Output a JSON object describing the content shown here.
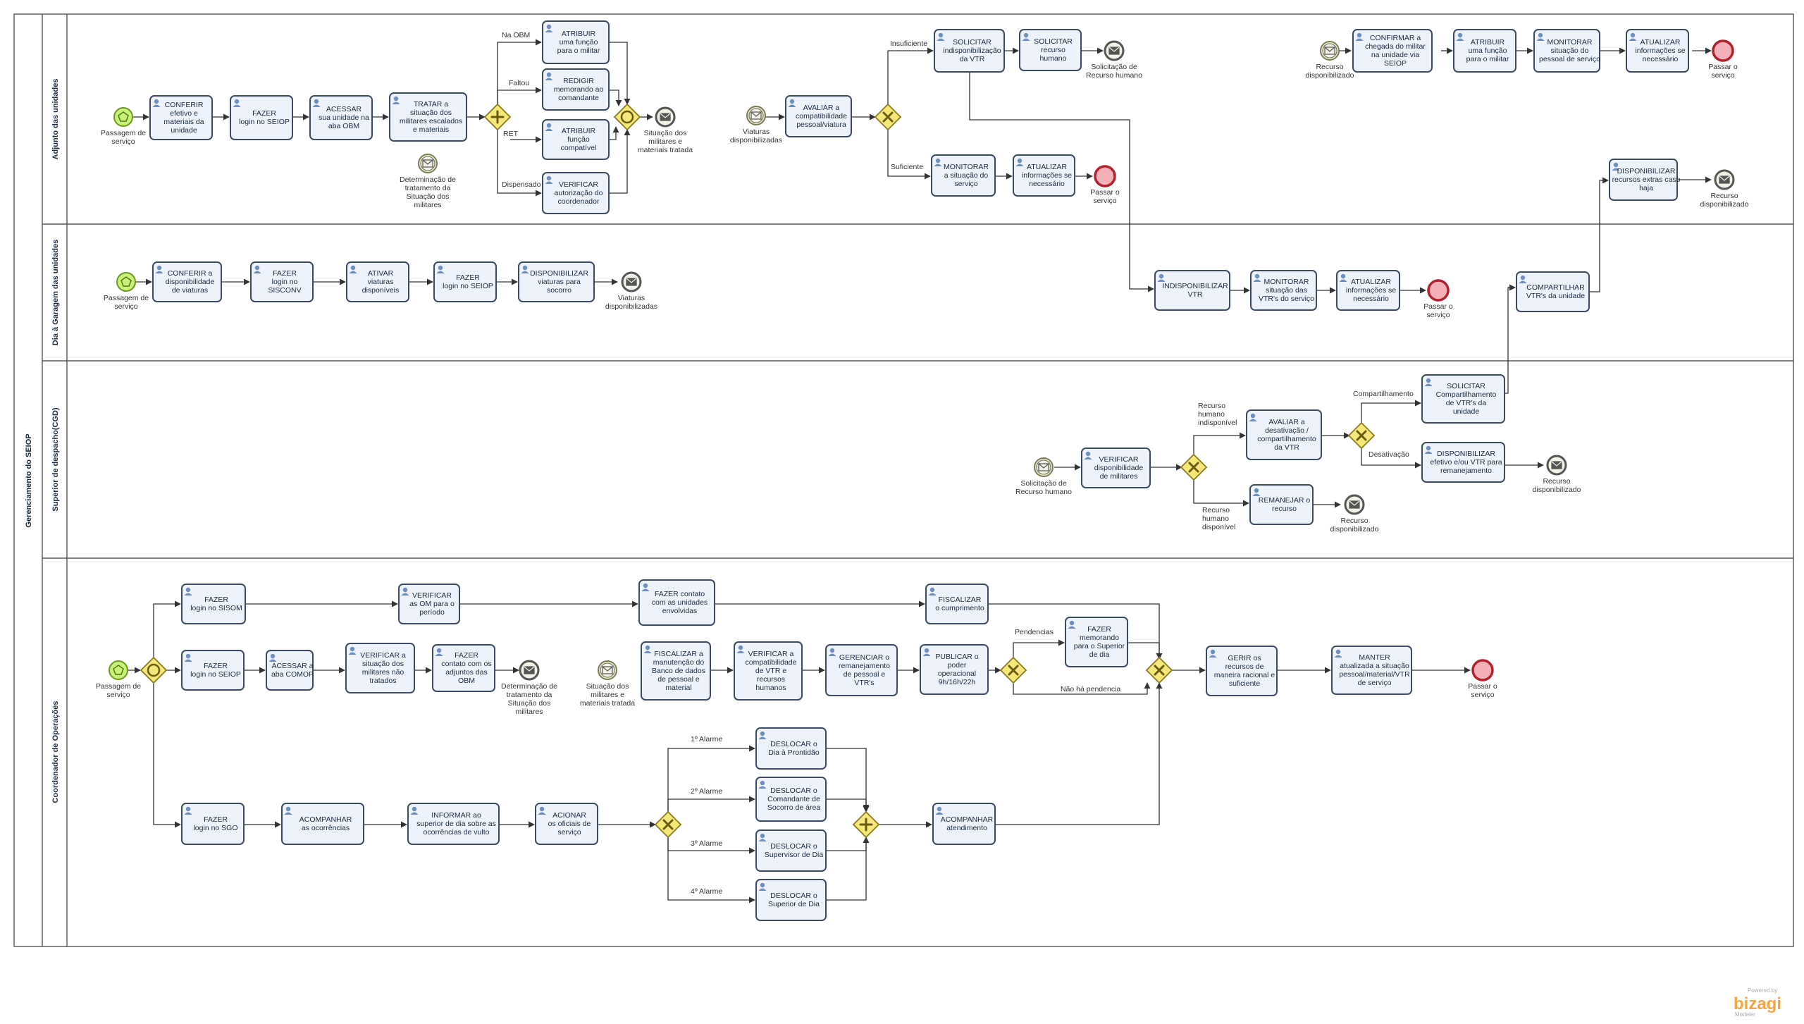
{
  "pool": {
    "title": "Gerenciamento do SEIOP"
  },
  "lanes": [
    {
      "id": "adj",
      "title": "Adjunto das unidades"
    },
    {
      "id": "gar",
      "title": "Dia à Garagem das unidades"
    },
    {
      "id": "sup",
      "title": "Superior de despacho(CGD)"
    },
    {
      "id": "coo",
      "title": "Coordenador de Operações"
    }
  ],
  "tasks": {
    "t_conferir_efetivo": [
      "CONFERIR",
      "efetivo e",
      "materiais da",
      "unidade"
    ],
    "t_fazer_seiop_1": [
      "FAZER",
      "login no SEIOP"
    ],
    "t_acessar_obm": [
      "ACESSAR",
      "sua unidade na",
      "aba OBM"
    ],
    "t_tratar": [
      "TRATAR a",
      "situação dos",
      "militares  escalados",
      "e materiais"
    ],
    "t_atribuir_1": [
      "ATRIBUIR",
      "uma função",
      "para o militar"
    ],
    "t_redigir": [
      "REDIGIR",
      "memorando  ao",
      "comandante"
    ],
    "t_atribuir_2": [
      "ATRIBUIR",
      "função",
      "compatível"
    ],
    "t_verificar_aut": [
      "VERIFICAR",
      "autorização do",
      "coordenador"
    ],
    "t_avaliar_compat": [
      "AVALIAR a",
      "compatibilidade",
      "pessoal/viatura"
    ],
    "t_solicitar_ind": [
      "SOLICITAR",
      "indisponibilização",
      "da VTR"
    ],
    "t_solicitar_rh": [
      "SOLICITAR",
      "recurso",
      "humano"
    ],
    "t_monitorar_serv": [
      "MONITORAR",
      "a situação do",
      "serviço"
    ],
    "t_atualizar_1": [
      "ATUALIZAR",
      "informações se",
      "necessário"
    ],
    "t_confirmar": [
      "CONFIRMAR a",
      "chegada do militar",
      "na unidade via",
      "SEIOP"
    ],
    "t_atribuir_3": [
      "ATRIBUIR",
      "uma função",
      "para o militar"
    ],
    "t_monitorar_pes": [
      "MONITORAR",
      "situação do",
      "pessoal de serviço"
    ],
    "t_atualizar_2": [
      "ATUALIZAR",
      "informações se",
      "necessário"
    ],
    "t_disponibilizar_extra": [
      "DISPONIBILIZAR",
      "recursos extras caso",
      "haja"
    ],
    "t_conferir_disp": [
      "CONFERIR  a",
      "disponibilidade",
      "de viaturas"
    ],
    "t_fazer_sisconv": [
      "FAZER",
      "login no",
      "SISCONV"
    ],
    "t_ativar": [
      "ATIVAR",
      "viaturas",
      "disponíveis"
    ],
    "t_fazer_seiop_2": [
      "FAZER",
      "login no SEIOP"
    ],
    "t_disp_viaturas": [
      "DISPONIBILIZAR",
      "viaturas para",
      "socorro"
    ],
    "t_indisp_vtr": [
      "INDISPONIBILIZAR",
      "VTR"
    ],
    "t_monitorar_vtr": [
      "MONITORAR",
      "situação das",
      "VTR's do serviço"
    ],
    "t_atualizar_3": [
      "ATUALIZAR",
      "informações se",
      "necessário"
    ],
    "t_compartilhar": [
      "COMPARTILHAR",
      "VTR's da unidade"
    ],
    "t_verificar_disp_mil": [
      "VERIFICAR",
      "disponibilidade",
      "de militares"
    ],
    "t_avaliar_desat": [
      "AVALIAR a",
      "desativação /",
      "compartilhamento",
      "da VTR"
    ],
    "t_remanejar": [
      "REMANEJAR o",
      "recurso"
    ],
    "t_solicitar_comp": [
      "SOLICITAR",
      "Compartilhamento",
      "de VTR's da",
      "unidade"
    ],
    "t_disp_efetivo": [
      "DISPONIBILIZAR",
      "efetivo e/ou VTR para",
      "remanejamento"
    ],
    "t_fazer_sisom": [
      "FAZER",
      "login no SISOM"
    ],
    "t_verificar_om": [
      "VERIFICAR",
      "as OM para o",
      "período"
    ],
    "t_fazer_contato_unid": [
      "FAZER contato",
      "com as unidades",
      "envolvidas"
    ],
    "t_fiscalizar_cump": [
      "FISCALIZAR",
      "o cumprimento"
    ],
    "t_fazer_seiop_3": [
      "FAZER",
      "login no SEIOP"
    ],
    "t_acessar_comop": [
      "ACESSAR a",
      "aba COMOP"
    ],
    "t_verificar_nao_trat": [
      "VERIFICAR a",
      "situação dos",
      "militares não",
      "tratados"
    ],
    "t_fazer_contato_adj": [
      "FAZER",
      "contato com os",
      "adjuntos   das",
      "OBM"
    ],
    "t_fiscalizar_manut": [
      "FISCALIZAR a",
      "manutenção do",
      "Banco de dados",
      "de pessoal e",
      "material"
    ],
    "t_verificar_compat_vtr": [
      "VERIFICAR a",
      "compatibilidade",
      "de VTR e",
      "recursos",
      "humanos"
    ],
    "t_gerenciar": [
      "GERENCIAR o",
      "remanejamento",
      "de pessoal e",
      "VTR's"
    ],
    "t_publicar": [
      "PUBLICAR o",
      "poder",
      "operacional",
      "9h/16h/22h"
    ],
    "t_fazer_memorando": [
      "FAZER",
      "memorando",
      "para o Superior",
      "de dia"
    ],
    "t_gerir": [
      "GERIR os",
      "recursos de",
      "maneira racional e",
      "suficiente"
    ],
    "t_manter": [
      "MANTER",
      "atualizada a situação",
      "pessoal/material/VTR",
      "de serviço"
    ],
    "t_fazer_sgo": [
      "FAZER",
      "login no SGO"
    ],
    "t_acompanhar_oc": [
      "ACOMPANHAR",
      "as ocorrências"
    ],
    "t_informar": [
      "INFORMAR ao",
      "superior de dia sobre as",
      "ocorrências de vulto"
    ],
    "t_acionar": [
      "ACIONAR",
      "os oficiais de",
      "serviço"
    ],
    "t_deslocar_1": [
      "DESLOCAR  o",
      "Dia à Prontidão"
    ],
    "t_deslocar_2": [
      "DESLOCAR o",
      "Comandante de",
      "Socorro de área"
    ],
    "t_deslocar_3": [
      "DESLOCAR o",
      "Supervisor de Dia"
    ],
    "t_deslocar_4": [
      "DESLOCAR o",
      "Superior de Dia"
    ],
    "t_acompanhar_at": [
      "ACOMPANHAR",
      "atendimento"
    ]
  },
  "events": {
    "e_start_adj": [
      "Passagem de",
      "serviço"
    ],
    "e_det_trat_1": [
      "Determinação de",
      "tratamento da",
      "Situação dos",
      "militares"
    ],
    "e_sit_tratada_1": [
      "Situação dos",
      "militares e",
      "materiais tratada"
    ],
    "e_viaturas_disp_1": [
      "Viaturas",
      "disponibilizadas"
    ],
    "e_solic_rh_1": [
      "Solicitação de",
      "Recurso humano"
    ],
    "e_end_adj_1": [
      "Passar o",
      "serviço"
    ],
    "e_recurso_disp_1": [
      "Recurso",
      "disponibilizado"
    ],
    "e_end_adj_2": [
      "Passar o",
      "serviço"
    ],
    "e_recurso_disp_2": [
      "Recurso",
      "disponibilizado"
    ],
    "e_start_gar": [
      "Passagem de",
      "serviço"
    ],
    "e_viaturas_disp_2": [
      "Viaturas",
      "disponibilizadas"
    ],
    "e_end_gar": [
      "Passar o",
      "serviço"
    ],
    "e_solic_rh_2": [
      "Solicitação de",
      "Recurso humano"
    ],
    "e_recurso_disp_3": [
      "Recurso",
      "disponibilizado"
    ],
    "e_recurso_disp_4": [
      "Recurso",
      "disponibilizado"
    ],
    "e_start_coo": [
      "Passagem de",
      "serviço"
    ],
    "e_det_trat_2": [
      "Determinação de",
      "tratamento da",
      "Situação dos",
      "militares"
    ],
    "e_sit_tratada_2": [
      "Situação dos",
      "militares e",
      "materiais tratada"
    ],
    "e_end_coo": [
      "Passar o",
      "serviço"
    ]
  },
  "flow_labels": {
    "na_obm": "Na OBM",
    "faltou": "Faltou",
    "ret": "RET",
    "dispensado": "Dispensado",
    "insuficiente": "Insuficiente",
    "suficiente": "Suficiente",
    "rh_indisp": [
      "Recurso",
      "humano",
      "indisponível"
    ],
    "rh_disp": [
      "Recurso",
      "humano",
      "disponível"
    ],
    "compartilhamento": "Compartilhamento",
    "desativacao": "Desativação",
    "pendencias": "Pendencias",
    "nao_ha_pendencia": "Não há pendencia",
    "alarme_1": "1º Alarme",
    "alarme_2": "2º Alarme",
    "alarme_3": "3º Alarme",
    "alarme_4": "4º Alarme"
  },
  "logo": {
    "powered": "Powered by",
    "name": "bizagi",
    "sub": "Modeler"
  },
  "colors": {
    "task_fill": "#eef2fa",
    "task_stroke": "#3d4a63",
    "gateway": "#f4e87a",
    "start": "#c8f07a",
    "end": "#f3b0b6"
  }
}
